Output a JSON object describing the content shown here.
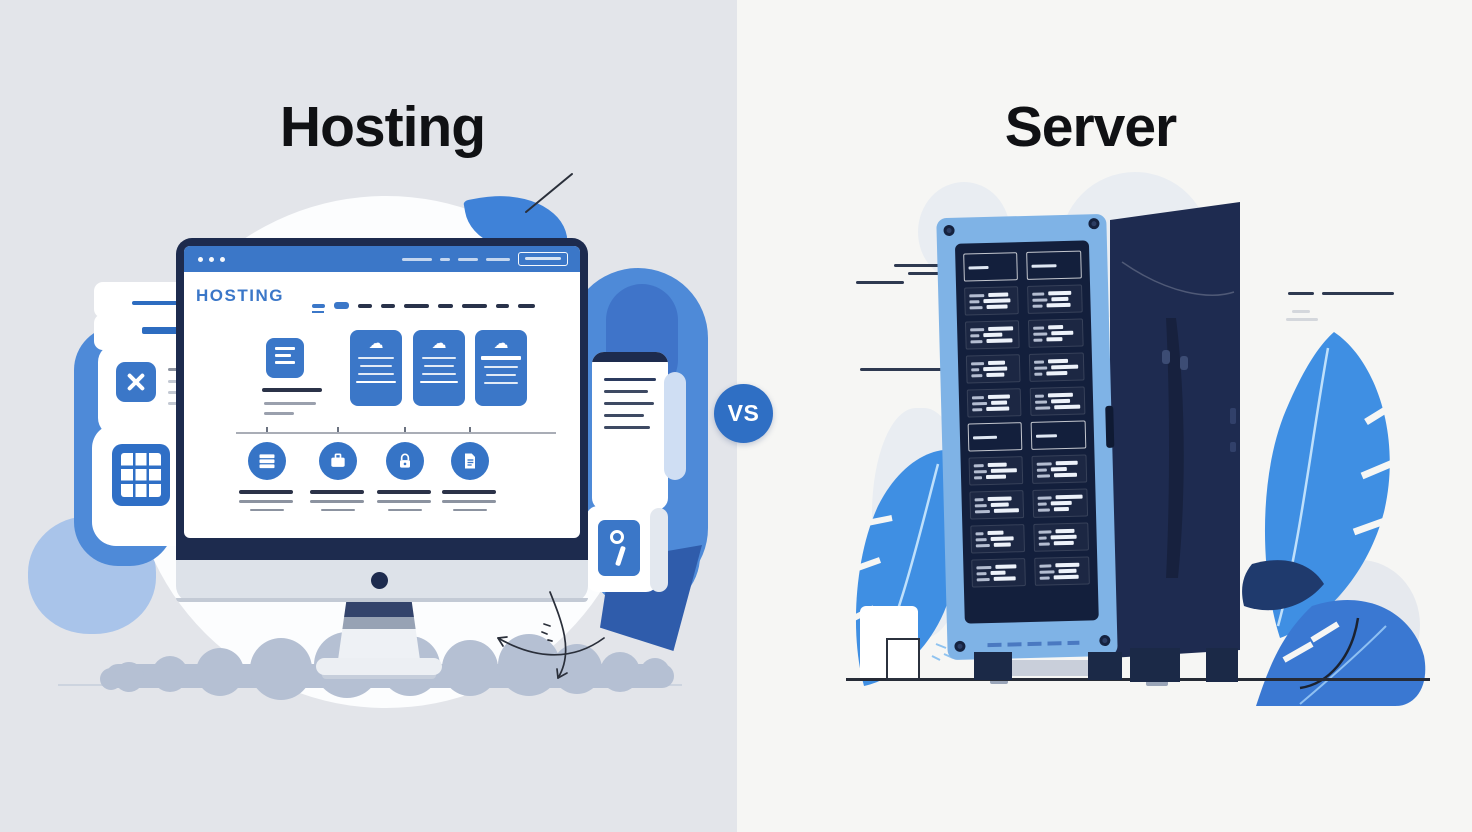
{
  "page": {
    "type": "hosting-vs-server-comparison-illustration"
  },
  "left": {
    "title": "Hosting",
    "monitor_site": {
      "logo": "HOSTING"
    }
  },
  "right": {
    "title": "Server"
  },
  "divider": {
    "vs_label": "VS"
  },
  "icons": {
    "cloud": "☁",
    "server_units": "stacked-bars",
    "briefcase": "briefcase",
    "lock": "padlock",
    "document": "page",
    "calculator": "grid",
    "tools": "crossed-tools"
  },
  "colors": {
    "bg_left": "#e3e5ea",
    "bg_right": "#f6f6f4",
    "title": "#101114",
    "blue_primary": "#3b77c8",
    "blue_vs": "#2f6fc4",
    "navy": "#1d2b4e",
    "leaf_blue": "#3f8fe3",
    "leaf_blue_dark": "#3a78d2",
    "leaf_navy": "#1f3a6d",
    "server_frame": "#7fb3e6",
    "server_panel": "#131f3c",
    "server_side": "#1e2b50",
    "mound": "#b5c0d3"
  }
}
